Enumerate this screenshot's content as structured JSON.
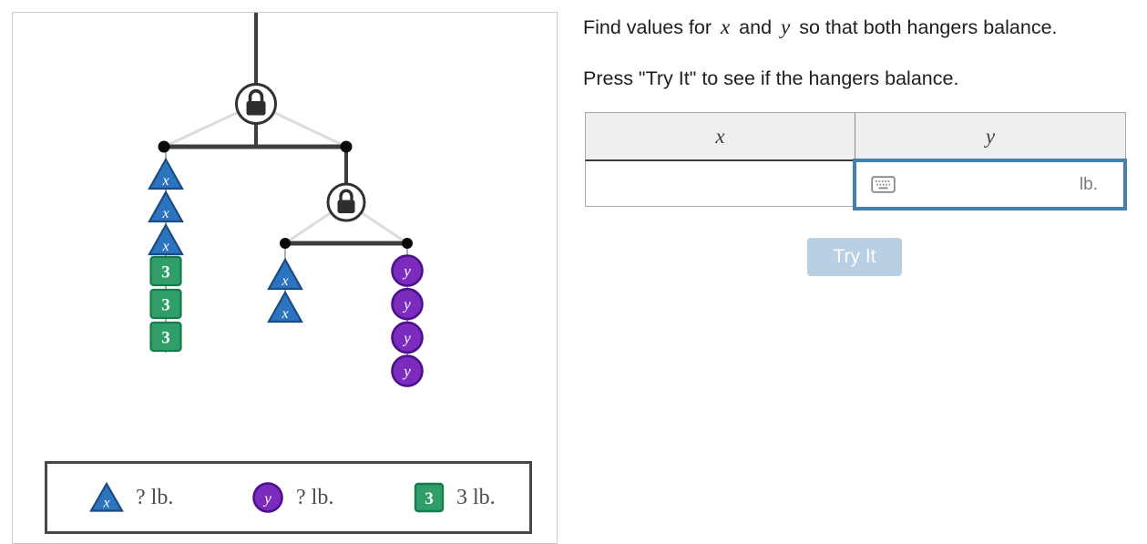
{
  "colors": {
    "triangle_fill": "#2d74c0",
    "triangle_stroke": "#1a4c83",
    "square_fill": "#2f9e68",
    "square_stroke": "#157c4b",
    "circle_fill": "#7b2cbd",
    "circle_stroke": "#4f0f8d",
    "symbol_text": "#ffffff",
    "bar": "#3d3d3d",
    "string": "#dcdcdc",
    "connector": "#9a9a9a",
    "dot": "#0a0a0a",
    "lock_stroke": "#333333",
    "lock_glyph": "#2e2e2e",
    "focus_blue": "#4380ad",
    "button_bg": "#b9cfe4",
    "header_bg": "#efefef"
  },
  "left_panel": {
    "hanger": {
      "shape_defs": {
        "x-triangle": {
          "shape": "triangle",
          "symbol": "x"
        },
        "3-square": {
          "shape": "square",
          "symbol": "3"
        },
        "y-circle": {
          "shape": "circle",
          "symbol": "y"
        }
      },
      "stacks": [
        {
          "name": "main-left-stack",
          "items": [
            "x-triangle",
            "x-triangle",
            "x-triangle",
            "3-square",
            "3-square",
            "3-square"
          ]
        },
        {
          "name": "sub-left-stack",
          "items": [
            "x-triangle",
            "x-triangle"
          ]
        },
        {
          "name": "sub-right-stack",
          "items": [
            "y-circle",
            "y-circle",
            "y-circle",
            "y-circle"
          ]
        }
      ]
    },
    "legend": {
      "items": [
        {
          "shape": "triangle",
          "symbol": "x",
          "label": "? lb."
        },
        {
          "shape": "circle",
          "symbol": "y",
          "label": "? lb."
        },
        {
          "shape": "square",
          "symbol": "3",
          "label": "3 lb."
        }
      ]
    }
  },
  "right_panel": {
    "instructions": {
      "line1": [
        "Find values for ",
        "x",
        " and ",
        "y",
        " so that both hangers balance."
      ],
      "line2": "Press \"Try It\" to see if the hangers balance."
    },
    "table": {
      "headers": [
        "x",
        "y"
      ],
      "row": {
        "x_value": "",
        "y_value": "",
        "y_unit": "lb."
      }
    },
    "try_it_label": "Try It"
  },
  "icons": {
    "keyboard": "⌨",
    "lock": "🔒"
  }
}
